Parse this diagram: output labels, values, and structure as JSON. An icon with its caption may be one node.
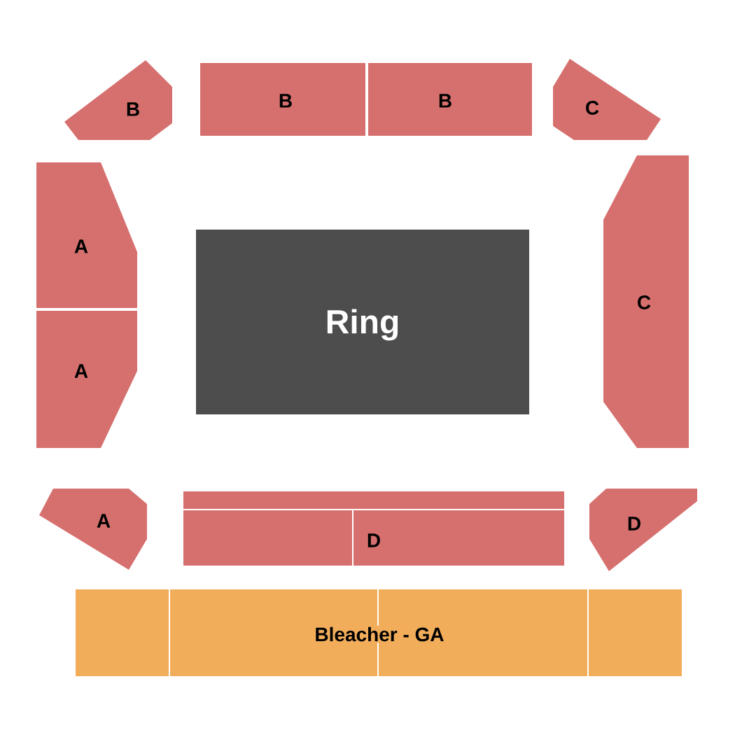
{
  "diagram": {
    "nodes": [
      {
        "text": [
          "B"
        ]
      },
      {
        "text": [
          "B"
        ]
      },
      {
        "text": [
          "B"
        ]
      },
      {
        "text": [
          "C"
        ]
      },
      {
        "text": [
          "A"
        ]
      },
      {
        "text": [
          "A"
        ]
      },
      {
        "text": [
          "Ring"
        ]
      },
      {
        "text": [
          "C"
        ]
      },
      {
        "text": [
          "A"
        ]
      },
      {
        "text": [
          "D"
        ]
      },
      {
        "text": [
          "D"
        ]
      },
      {
        "text": [
          "Bleacher - GA"
        ]
      }
    ]
  }
}
